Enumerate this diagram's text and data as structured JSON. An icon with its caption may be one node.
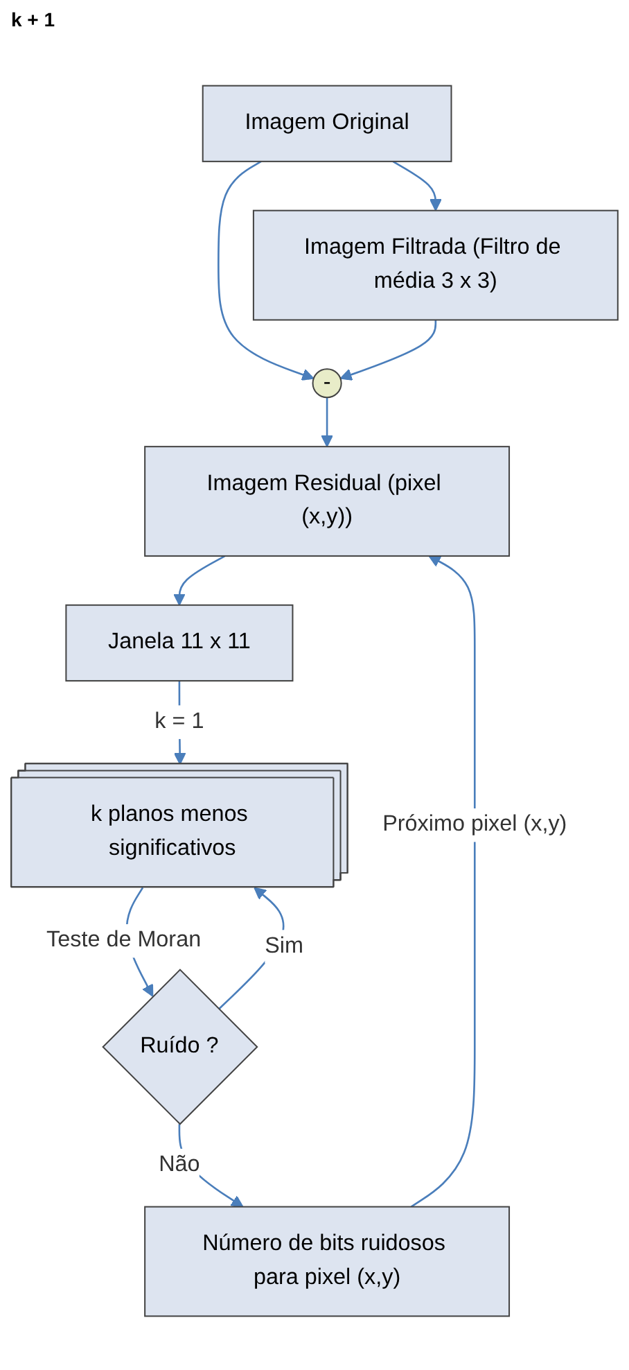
{
  "diagram": {
    "nodes": [
      {
        "text": [
          "Imagem Original"
        ]
      },
      {
        "text": [
          "Imagem Filtrada (Filtro de média 3 x 3)"
        ]
      },
      {
        "text": [
          "-"
        ]
      },
      {
        "text": [
          "Imagem Residual (pixel (x,y))"
        ]
      },
      {
        "text": [
          "Janela 11 x 11"
        ]
      },
      {
        "text": [
          "k planos menos significativos"
        ]
      },
      {
        "text": [
          "Ruído ?"
        ]
      },
      {
        "text": [
          "Número de bits ruidosos para pixel (x,y)"
        ]
      }
    ],
    "edges": [
      {
        "from": 0,
        "to": 1,
        "arrow": "to"
      },
      {
        "from": 0,
        "to": 2,
        "arrow": "to"
      },
      {
        "from": 1,
        "to": 2,
        "arrow": "to"
      },
      {
        "from": 2,
        "to": 3,
        "arrow": "to"
      },
      {
        "from": 3,
        "to": 4,
        "arrow": "to"
      },
      {
        "from": 4,
        "to": 5,
        "label": "k = 1",
        "arrow": "to"
      },
      {
        "from": 5,
        "to": 6,
        "label": "Teste de Moran",
        "arrow": "to"
      },
      {
        "from": 6,
        "to": 5,
        "label": "Sim",
        "arrow": "to"
      },
      {
        "from": 6,
        "to": 7,
        "label": "Não",
        "arrow": "to"
      },
      {
        "from": 7,
        "to": 3,
        "label": "Próximo pixel (x,y)",
        "arrow": "to"
      }
    ],
    "labels": [
      "k + 1"
    ]
  }
}
